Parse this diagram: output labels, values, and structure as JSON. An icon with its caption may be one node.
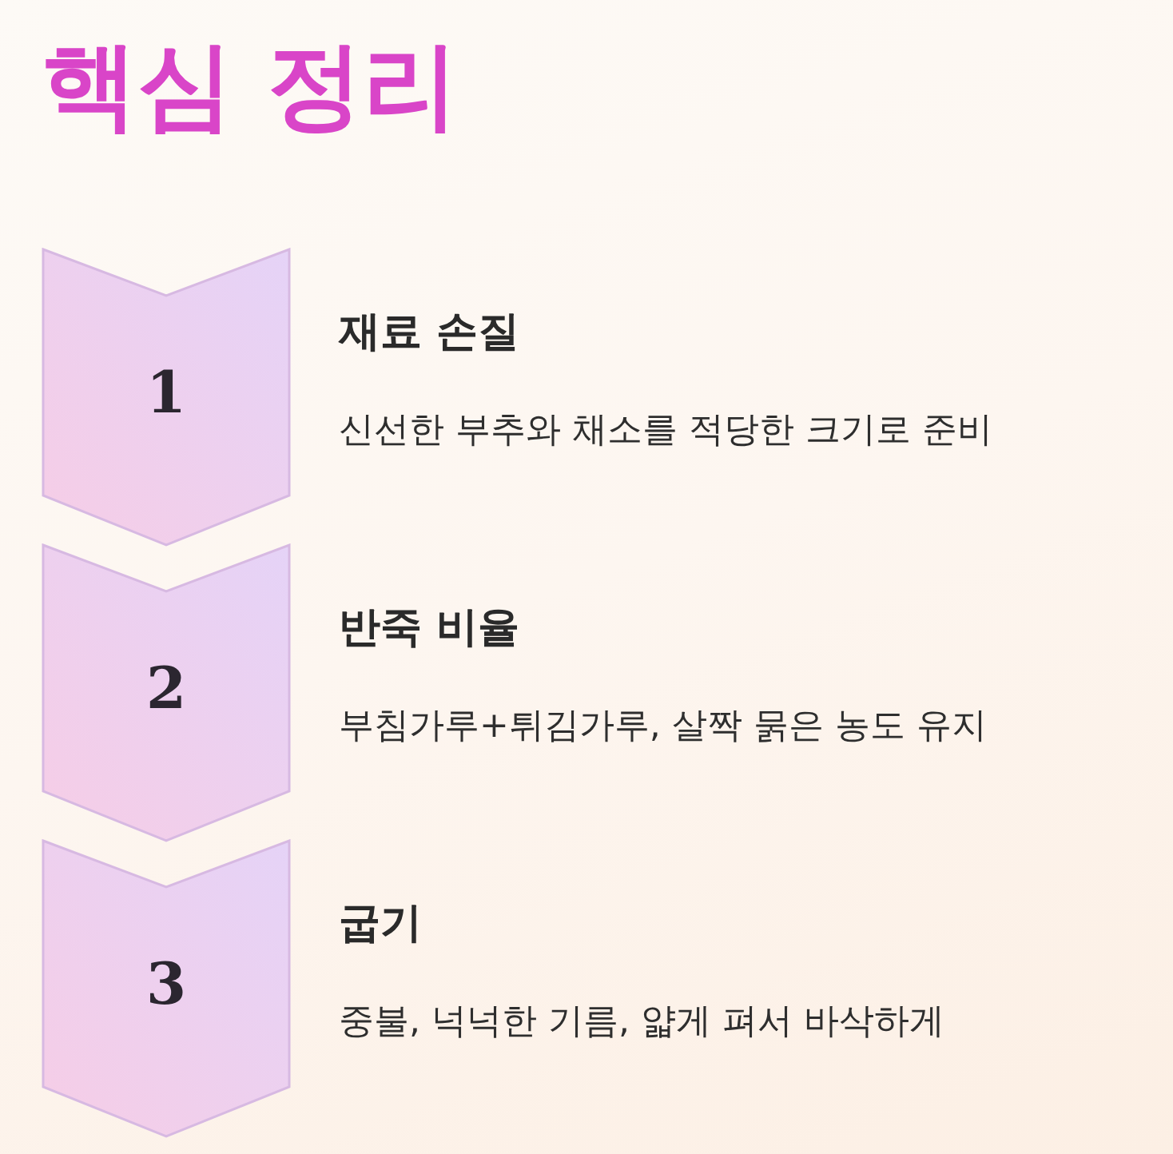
{
  "diagram": {
    "title": "핵심 정리",
    "nodes": [
      {
        "text": [
          "1",
          "재료 손질",
          "신선한 부추와 채소를 적당한 크기로 준비"
        ]
      },
      {
        "text": [
          "2",
          "반죽 비율",
          "부침가루+튀김가루, 살짝 묽은 농도 유지"
        ]
      },
      {
        "text": [
          "3",
          "굽기",
          "중불, 넉넉한 기름, 얇게 펴서 바삭하게"
        ]
      }
    ],
    "edges": []
  }
}
